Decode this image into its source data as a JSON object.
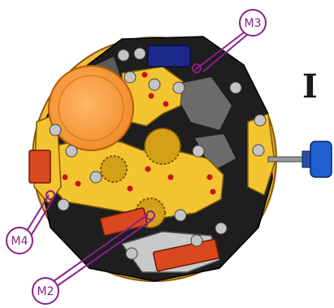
{
  "figure": {
    "roman_label": "I",
    "callouts": [
      {
        "id": "m3",
        "text": "M3"
      },
      {
        "id": "m4",
        "text": "M4"
      },
      {
        "id": "m2",
        "text": "M2"
      }
    ],
    "colors": {
      "callout": "#8b1f8b",
      "plate": "#f4c430",
      "frame": "#1e1e1e",
      "battery": "#f79a3c",
      "coil": "#d9481e",
      "stepper": "#1c2a8c",
      "crown": "#1f5fd0",
      "jewel": "#c8141e",
      "screw": "#bfbfbf"
    }
  }
}
